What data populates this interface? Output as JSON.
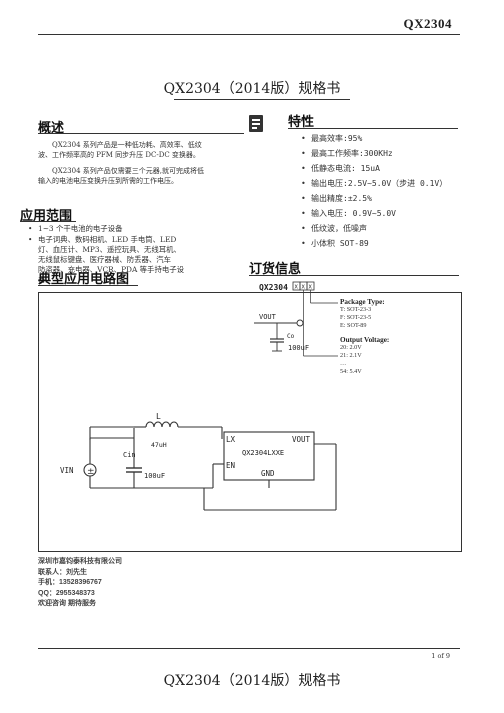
{
  "header": {
    "title": "QX2304"
  },
  "document": {
    "title": "QX2304（2014版）规格书"
  },
  "overview": {
    "heading": "概述",
    "p1": [
      "QX2304 系列产品是一种低功耗、高效率、低纹",
      "波、工作频率高的 PFM 同步升压 DC-DC 变换器。"
    ],
    "p2": [
      "QX2304 系列产品仅需要三个元器,就可完成将低",
      "输入的电池电压变换升压到所需的工作电压。"
    ]
  },
  "applications": {
    "heading": "应用范围",
    "items": [
      [
        "1~3 个干电池的电子设备"
      ],
      [
        "电子词典、数码相机、LED 手电筒、LED",
        "灯、血压计、MP3、遥控玩具、无线耳机、",
        "无线鼠标键盘、医疗器械、防丢器、汽车",
        "防盗器、充电器、VCR、PDA 等手持电子设",
        "备"
      ]
    ]
  },
  "features": {
    "heading": "特性",
    "items": [
      "最高效率:95%",
      "最高工作频率:300KHz",
      "低静态电流: 15uA",
      "输出电压:2.5V~5.0V（步进 0.1V）",
      "输出精度:±2.5%",
      "输入电压: 0.9V~5.0V",
      "低纹波，低噪声",
      "小体积 SOT-89"
    ]
  },
  "ordering": {
    "heading": "订货信息",
    "part": "QX2304",
    "boxes": [
      "X",
      "X",
      "X"
    ],
    "vout_label": "VOUT",
    "co_label": "Co",
    "co_value": "100uF",
    "package_type_label": "Package Type:",
    "packages": [
      "T: SOT-23-3",
      "F: SOT-23-5",
      "E: SOT-89"
    ],
    "output_voltage_label": "Output Voltage:",
    "voltages": [
      "20: 2.0V",
      "21: 2.1V",
      "…",
      "54: 5.4V"
    ]
  },
  "typical_circuit": {
    "heading": "典型应用电路图",
    "inductor_label": "L",
    "inductor_value": "47uH",
    "cin_label": "Cin",
    "cin_value": "100uF",
    "vin_label": "VIN",
    "ic_name": "QX2304LXXE",
    "pin_lx": "LX",
    "pin_vout": "VOUT",
    "pin_en": "EN",
    "pin_gnd": "GND"
  },
  "contact": {
    "lines": [
      "深圳市嘉钧泰科技有限公司",
      "联系人：刘先生",
      "手机：13528396767",
      "QQ：2955348373",
      "欢迎咨询 期待服务"
    ]
  },
  "footer": {
    "page": "1 of 9",
    "title": "QX2304（2014版）规格书"
  }
}
